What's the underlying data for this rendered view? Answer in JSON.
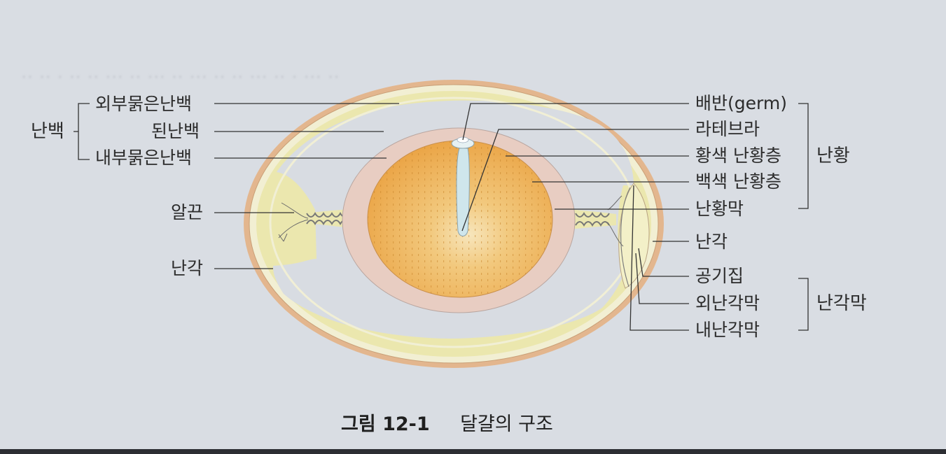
{
  "albumen_group": {
    "label": "난백",
    "items": [
      "외부묽은난백",
      "된난백",
      "내부묽은난백"
    ]
  },
  "chalaza_label": "알끈",
  "shell_label_left": "난각",
  "yolk_group": {
    "label": "난황",
    "items": [
      "배반(germ)",
      "라테브라",
      "황색 난황층",
      "백색 난황층",
      "난황막"
    ]
  },
  "shell_label_right": "난각",
  "membrane_group": {
    "label": "난각막",
    "items": [
      "공기집",
      "외난각막",
      "내난각막"
    ]
  },
  "caption": {
    "number": "그림 12-1",
    "title": "달걀의 구조"
  },
  "colors": {
    "page_background": "#d9dde3",
    "shell": "#e2b58c",
    "albumen": "#ece9b2",
    "vitelline_ring": "#e6ccbf",
    "yolk": "#efb25a",
    "yolk_center": "#f6e2b2",
    "latebra": "#cfe6ec"
  }
}
